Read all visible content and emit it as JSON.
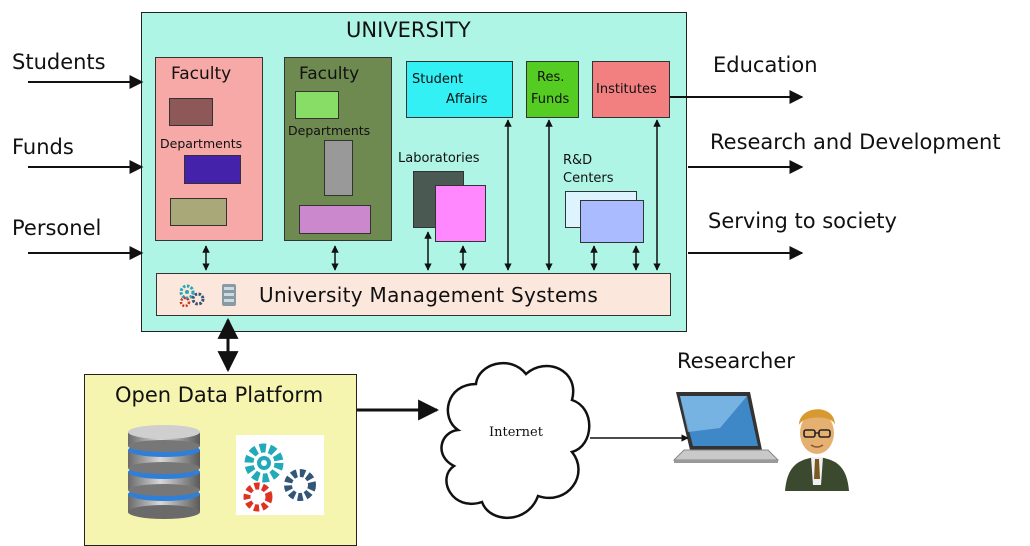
{
  "university": {
    "title": "UNIVERSITY"
  },
  "inputs": {
    "students": "Students",
    "funds": "Funds",
    "personel": "Personel"
  },
  "outputs": {
    "education": "Education",
    "research": "Research and Development",
    "serving": "Serving to society"
  },
  "faculty1": {
    "title": "Faculty",
    "departments": "Departments"
  },
  "faculty2": {
    "title": "Faculty",
    "departments": "Departments"
  },
  "student_affairs": {
    "line1": "Student",
    "line2": "Affairs"
  },
  "res_funds": {
    "line1": "Res.",
    "line2": "Funds"
  },
  "institutes": {
    "label": "Institutes"
  },
  "laboratories": {
    "label": "Laboratories"
  },
  "rd_centers": {
    "line1": "R&D",
    "line2": "Centers"
  },
  "ums": {
    "label": "University Management Systems"
  },
  "open_data": {
    "title": "Open Data Platform"
  },
  "internet": {
    "label": "Internet"
  },
  "researcher": {
    "label": "Researcher"
  },
  "colors": {
    "university_bg": "#aff5e6",
    "faculty1_bg": "#f6a9a6",
    "faculty2_bg": "#6e8a50",
    "student_affairs_bg": "#33f0f5",
    "res_funds_bg": "#55cc22",
    "institutes_bg": "#f28080",
    "ums_bg": "#fbe7dc",
    "open_data_bg": "#f5f5b0"
  }
}
